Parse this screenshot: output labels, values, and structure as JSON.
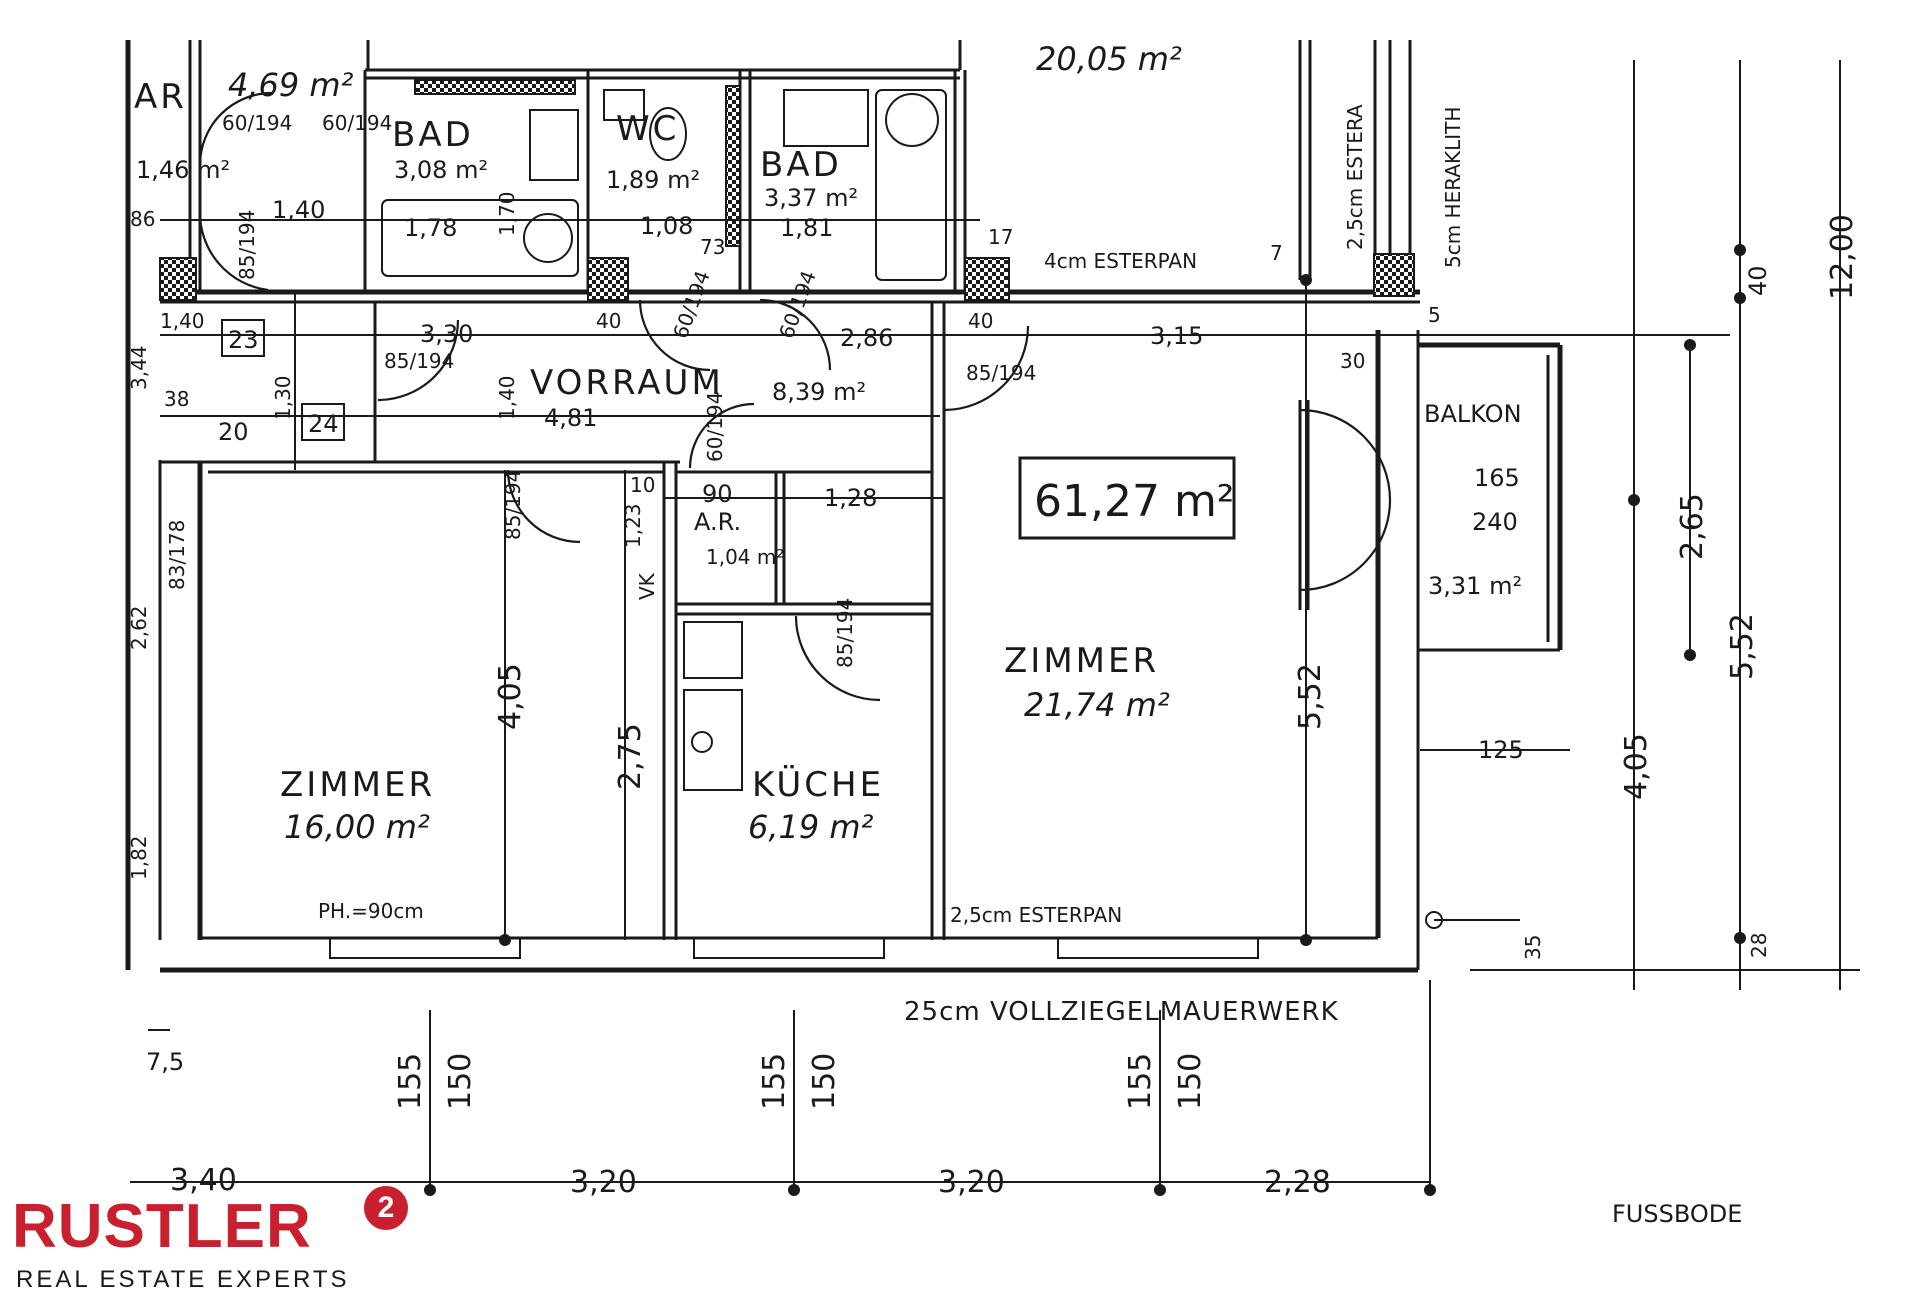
{
  "colors": {
    "ink": "#1a1a1a",
    "brand": "#c8202e",
    "tagline": "#1a1a1a"
  },
  "rooms": [
    {
      "id": "flur",
      "name": "",
      "area": "4,69 m²"
    },
    {
      "id": "ar-left",
      "name": "AR",
      "area": "1,46 m²"
    },
    {
      "id": "bad1",
      "name": "BAD",
      "area": "3,08 m²"
    },
    {
      "id": "wc",
      "name": "WC",
      "area": "1,89 m²"
    },
    {
      "id": "bad2",
      "name": "BAD",
      "area": "3,37 m²"
    },
    {
      "id": "vorraum",
      "name": "VORRAUM",
      "area": "8,39 m²"
    },
    {
      "id": "ar-center",
      "name": "A.R.",
      "area": "1,04 m²"
    },
    {
      "id": "zimmer-left",
      "name": "ZIMMER",
      "area": "16,00 m²"
    },
    {
      "id": "kueche",
      "name": "KÜCHE",
      "area": "6,19 m²"
    },
    {
      "id": "zimmer-right",
      "name": "ZIMMER",
      "area": "21,74 m²"
    },
    {
      "id": "balkon",
      "name": "BALKON",
      "area": "3,31 m²"
    },
    {
      "id": "neighbour",
      "name": "",
      "area": "20,05 m²"
    }
  ],
  "total_area": "61,27 m²",
  "notes": {
    "ph": "PH.=90cm",
    "esterpan_4": "4cm ESTERPAN",
    "esterpan_25": "2,5cm ESTERPAN",
    "esterpan_25b": "2,5cm ESTERA",
    "heraklith": "5cm HERAKLITH",
    "mauerwerk": "25cm VOLLZIEGELMAUERWERK",
    "fussboden": "FUSSBODE",
    "vk": "VK"
  },
  "dims": {
    "bottom": [
      "3,40",
      "3,20",
      "3,20",
      "2,28"
    ],
    "windows": [
      [
        "155",
        "150"
      ],
      [
        "155",
        "150"
      ],
      [
        "155",
        "150"
      ]
    ],
    "right_chain": [
      "40",
      "2,65",
      "4,05",
      "5,52",
      "12,00",
      "28",
      "35",
      "125"
    ],
    "top_row": [
      "1,40",
      "1,78",
      "1,70",
      "1,08",
      "1,81",
      "86"
    ],
    "corridor": [
      "1,40",
      "3,30",
      "40",
      "2,86",
      "40",
      "3,15",
      "30",
      "5",
      "38",
      "20",
      "1,30"
    ],
    "vertical": [
      "4,05",
      "2,75",
      "5,52",
      "1,23",
      "1,40",
      "3,44"
    ],
    "misc": [
      "7,5",
      "4,81",
      "90",
      "1,28",
      "165",
      "240",
      "83/178",
      "1,82",
      "2,62",
      "73",
      "17",
      "7",
      "10"
    ],
    "doors": [
      "60/194",
      "60/194",
      "85/194",
      "60/194",
      "60/194",
      "85/194",
      "85/194",
      "60/194",
      "85/194",
      "85/194"
    ]
  },
  "markers": [
    "23",
    "24"
  ],
  "brand": {
    "name": "RUSTLER",
    "badge": "2",
    "tagline": "REAL ESTATE EXPERTS"
  }
}
